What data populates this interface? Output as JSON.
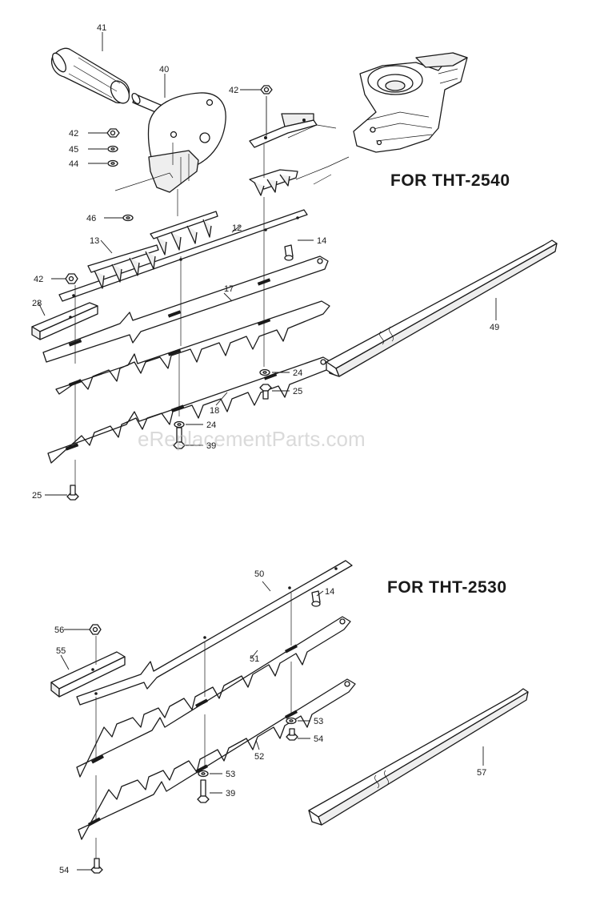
{
  "watermark": "eReplacementParts.com",
  "sections": [
    {
      "title": "FOR THT-2540"
    },
    {
      "title": "FOR THT-2530"
    }
  ],
  "labels": {
    "p41": "41",
    "p40": "40",
    "p42a": "42",
    "p45": "45",
    "p44": "44",
    "p42b": "42",
    "p46": "46",
    "p12": "12",
    "p13": "13",
    "p14a": "14",
    "p42c": "42",
    "p17": "17",
    "p28": "28",
    "p49": "49",
    "p24a": "24",
    "p25a": "25",
    "p18": "18",
    "p24b": "24",
    "p39a": "39",
    "p25b": "25",
    "p50": "50",
    "p14b": "14",
    "p56": "56",
    "p55": "55",
    "p51": "51",
    "p53a": "53",
    "p54a": "54",
    "p52": "52",
    "p57": "57",
    "p53b": "53",
    "p39b": "39",
    "p54b": "54"
  }
}
